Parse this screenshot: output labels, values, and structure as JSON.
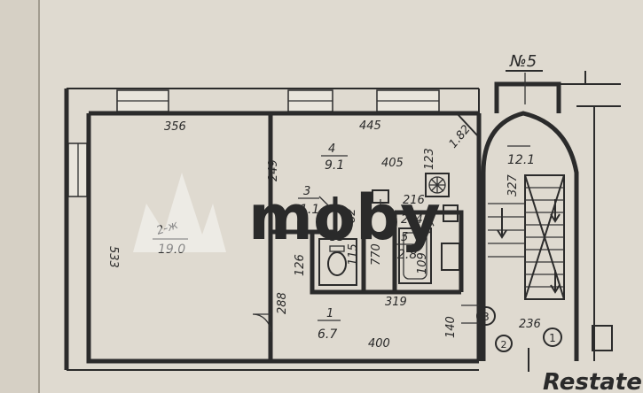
{
  "stair_label": "№5",
  "rooms": [
    {
      "id": "living",
      "number": "2-ж",
      "area": "19.0"
    },
    {
      "id": "kitchen",
      "number": "4",
      "area": "9.1"
    },
    {
      "id": "hall",
      "number": "3",
      "area": "1.1"
    },
    {
      "id": "bath",
      "number": "5",
      "area": "2.8"
    },
    {
      "id": "entry",
      "number": "1",
      "area": "6.7"
    },
    {
      "id": "stairwell",
      "area": "12.1"
    }
  ],
  "dimensions": {
    "d356": "356",
    "d445": "445",
    "d405": "405",
    "d533": "533",
    "d249": "249",
    "d123": "123",
    "d182": "1.82",
    "d216": "216",
    "d82": "82",
    "d204": "204",
    "d57": "57",
    "d33": "33",
    "d115": "115",
    "d770": "770",
    "d109": "109",
    "d126": "126",
    "d288": "288",
    "d319": "319",
    "d400": "400",
    "d140": "140",
    "d236": "236",
    "d327": "327"
  },
  "markers": [
    "3",
    "2",
    "1"
  ],
  "watermark": "moby",
  "brand": "Restate"
}
